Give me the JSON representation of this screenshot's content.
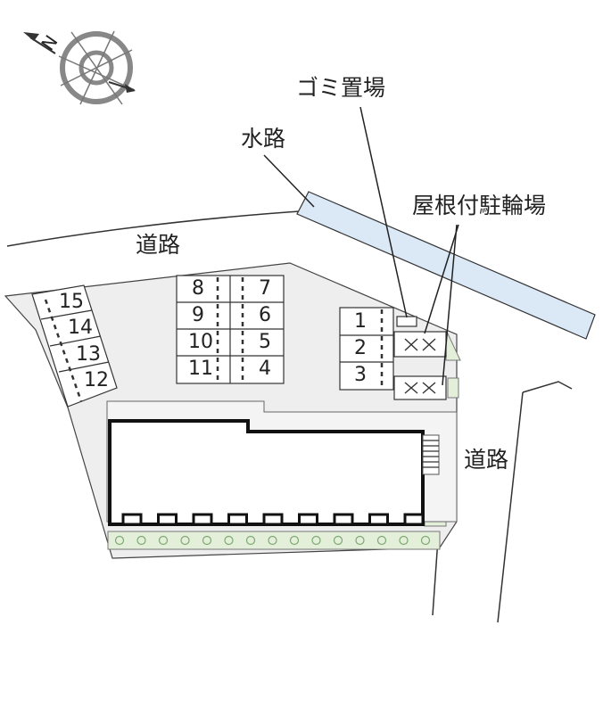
{
  "labels": {
    "garbage": "ゴミ置場",
    "waterway": "水路",
    "bike_shelter": "屋根付駐輪場",
    "road_top": "道路",
    "road_right": "道路"
  },
  "parking": {
    "center_left": [
      "8",
      "9",
      "10",
      "11"
    ],
    "center_right": [
      "7",
      "6",
      "5",
      "4"
    ],
    "right": [
      "1",
      "2",
      "3"
    ],
    "left_diagonal": [
      "15",
      "14",
      "13",
      "12"
    ]
  },
  "compass": {
    "north_letter": "N"
  },
  "colors": {
    "site": "#eeeeee",
    "water": "#dbe8f6",
    "greenery": "#e3efd9",
    "tree": "#7da872",
    "line": "#333333"
  }
}
